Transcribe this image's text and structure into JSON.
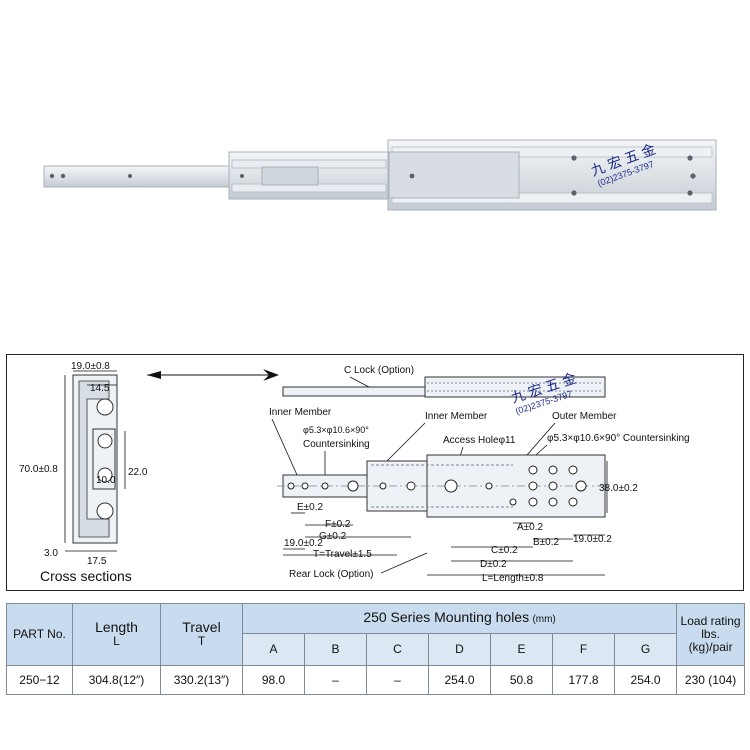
{
  "watermark": {
    "company": "九 宏 五 金",
    "phone": "(02)2375-3797"
  },
  "drawing": {
    "cross_section": {
      "title": "Cross sections",
      "dims": [
        "19.0±0.8",
        "14.5",
        "70.0±0.8",
        "22.0",
        "10.0",
        "3.0",
        "17.5"
      ]
    },
    "callouts": {
      "c_lock": "C Lock (Option)",
      "inner_member_left": "Inner Member",
      "inner_member": "Inner Member",
      "outer_member": "Outer Member",
      "countersink_left_1": "φ5.3×φ10.6×90°",
      "countersink_left_2": "Countersinking",
      "access_hole": "Access Holeφ11",
      "countersink_right": "φ5.3×φ10.6×90° Countersinking",
      "rear_lock": "Rear Lock (Option)"
    },
    "dims": {
      "d38": "38.0±0.2",
      "e": "E±0.2",
      "f": "F±0.2",
      "g": "G±0.2",
      "d19_left": "19.0±0.2",
      "t": "T=Travel±1.5",
      "a": "A±0.2",
      "b": "B±0.2",
      "c": "C±0.2",
      "d": "D±0.2",
      "d19_right": "19.0±0.2",
      "l": "L=Length±0.8"
    }
  },
  "table": {
    "headers": {
      "part_no": "PART No.",
      "length": "Length",
      "length_sym": "L",
      "travel": "Travel",
      "travel_sym": "T",
      "holes_title": "250 Series Mounting holes",
      "holes_unit": "(mm)",
      "load_1": "Load rating",
      "load_2": "lbs.",
      "load_3": "(kg)/pair",
      "cols": [
        "A",
        "B",
        "C",
        "D",
        "E",
        "F",
        "G"
      ]
    },
    "row": {
      "part_no": "250−12",
      "length": "304.8(12″)",
      "travel": "330.2(13″)",
      "holes": [
        "98.0",
        "–",
        "–",
        "254.0",
        "50.8",
        "177.8",
        "254.0"
      ],
      "load": "230 (104)"
    }
  }
}
